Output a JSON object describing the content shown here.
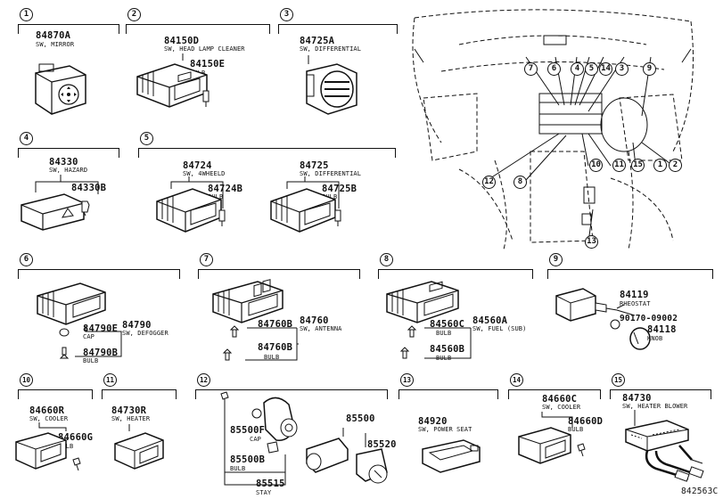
{
  "sections": [
    {
      "num": "1",
      "parts": [
        {
          "pn": "84870A",
          "desc": "SW, MIRROR"
        }
      ]
    },
    {
      "num": "2",
      "parts": [
        {
          "pn": "84150D",
          "desc": "SW, HEAD LAMP CLEANER"
        },
        {
          "pn": "84150E",
          "desc": "BULB"
        }
      ]
    },
    {
      "num": "3",
      "parts": [
        {
          "pn": "84725A",
          "desc": "SW, DIFFERENTIAL"
        }
      ]
    },
    {
      "num": "4",
      "parts": [
        {
          "pn": "84330",
          "desc": "SW, HAZARD"
        },
        {
          "pn": "84330B",
          "desc": ""
        }
      ]
    },
    {
      "num": "5",
      "parts": [
        {
          "pn": "84724",
          "desc": "SW, 4WHEELD"
        },
        {
          "pn": "84724B",
          "desc": "BULB"
        },
        {
          "pn": "84725",
          "desc": "SW, DIFFERENTIAL"
        },
        {
          "pn": "84725B",
          "desc": "BULB"
        }
      ]
    },
    {
      "num": "6",
      "parts": [
        {
          "pn": "84790E",
          "desc": "CAP"
        },
        {
          "pn": "84790",
          "desc": "SW, DEFOGGER"
        },
        {
          "pn": "84790B",
          "desc": "BULB"
        }
      ]
    },
    {
      "num": "7",
      "parts": [
        {
          "pn": "84760B",
          "desc": ""
        },
        {
          "pn": "84760",
          "desc": "SW, ANTENNA"
        },
        {
          "pn": "84760B",
          "desc": "BULB"
        }
      ]
    },
    {
      "num": "8",
      "parts": [
        {
          "pn": "84560C",
          "desc": "BULB"
        },
        {
          "pn": "84560A",
          "desc": "SW, FUEL (SUB)"
        },
        {
          "pn": "84560B",
          "desc": "BULB"
        }
      ]
    },
    {
      "num": "9",
      "parts": [
        {
          "pn": "84119",
          "desc": "RHEOSTAT"
        },
        {
          "pn": "90170-09002",
          "desc": ""
        },
        {
          "pn": "84118",
          "desc": "KNOB"
        }
      ]
    },
    {
      "num": "10",
      "parts": [
        {
          "pn": "84660R",
          "desc": "SW, COOLER"
        },
        {
          "pn": "84660G",
          "desc": "BULB"
        }
      ]
    },
    {
      "num": "11",
      "parts": [
        {
          "pn": "84730R",
          "desc": "SW, HEATER"
        }
      ]
    },
    {
      "num": "12",
      "parts": [
        {
          "pn": "85500F",
          "desc": "CAP"
        },
        {
          "pn": "85500B",
          "desc": "BULB"
        },
        {
          "pn": "85515",
          "desc": "STAY"
        },
        {
          "pn": "85500",
          "desc": ""
        },
        {
          "pn": "85520",
          "desc": ""
        }
      ]
    },
    {
      "num": "13",
      "parts": [
        {
          "pn": "84920",
          "desc": "SW, POWER SEAT"
        }
      ]
    },
    {
      "num": "14",
      "parts": [
        {
          "pn": "84660C",
          "desc": "SW, COOLER"
        },
        {
          "pn": "84660D",
          "desc": "BULB"
        }
      ]
    },
    {
      "num": "15",
      "parts": [
        {
          "pn": "84730",
          "desc": "SW, HEATER BLOWER"
        }
      ]
    }
  ],
  "overview_callouts": [
    "7",
    "6",
    "4",
    "5",
    "14",
    "3",
    "9",
    "12",
    "8",
    "10",
    "11",
    "15",
    "1",
    "2",
    "13"
  ],
  "diagram_code": "842563C"
}
